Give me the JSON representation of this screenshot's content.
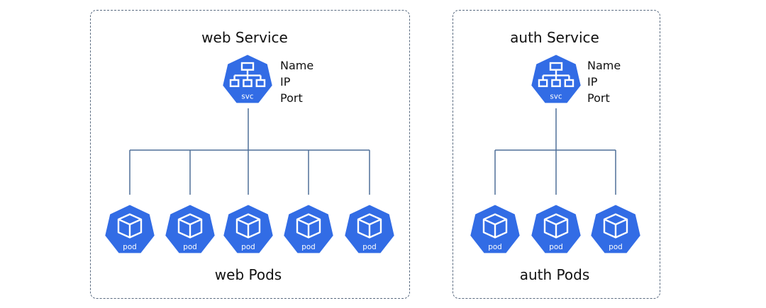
{
  "colors": {
    "k8s_blue": "#326ce5",
    "line": "#4f6f99",
    "dash": "#5a6b80"
  },
  "groups": [
    {
      "service_title": "web Service",
      "svc_label": "svc",
      "properties": [
        "Name",
        "IP",
        "Port"
      ],
      "pod_label": "pod",
      "pod_count": 5,
      "pods_title": "web Pods"
    },
    {
      "service_title": "auth Service",
      "svc_label": "svc",
      "properties": [
        "Name",
        "IP",
        "Port"
      ],
      "pod_label": "pod",
      "pod_count": 3,
      "pods_title": "auth Pods"
    }
  ]
}
